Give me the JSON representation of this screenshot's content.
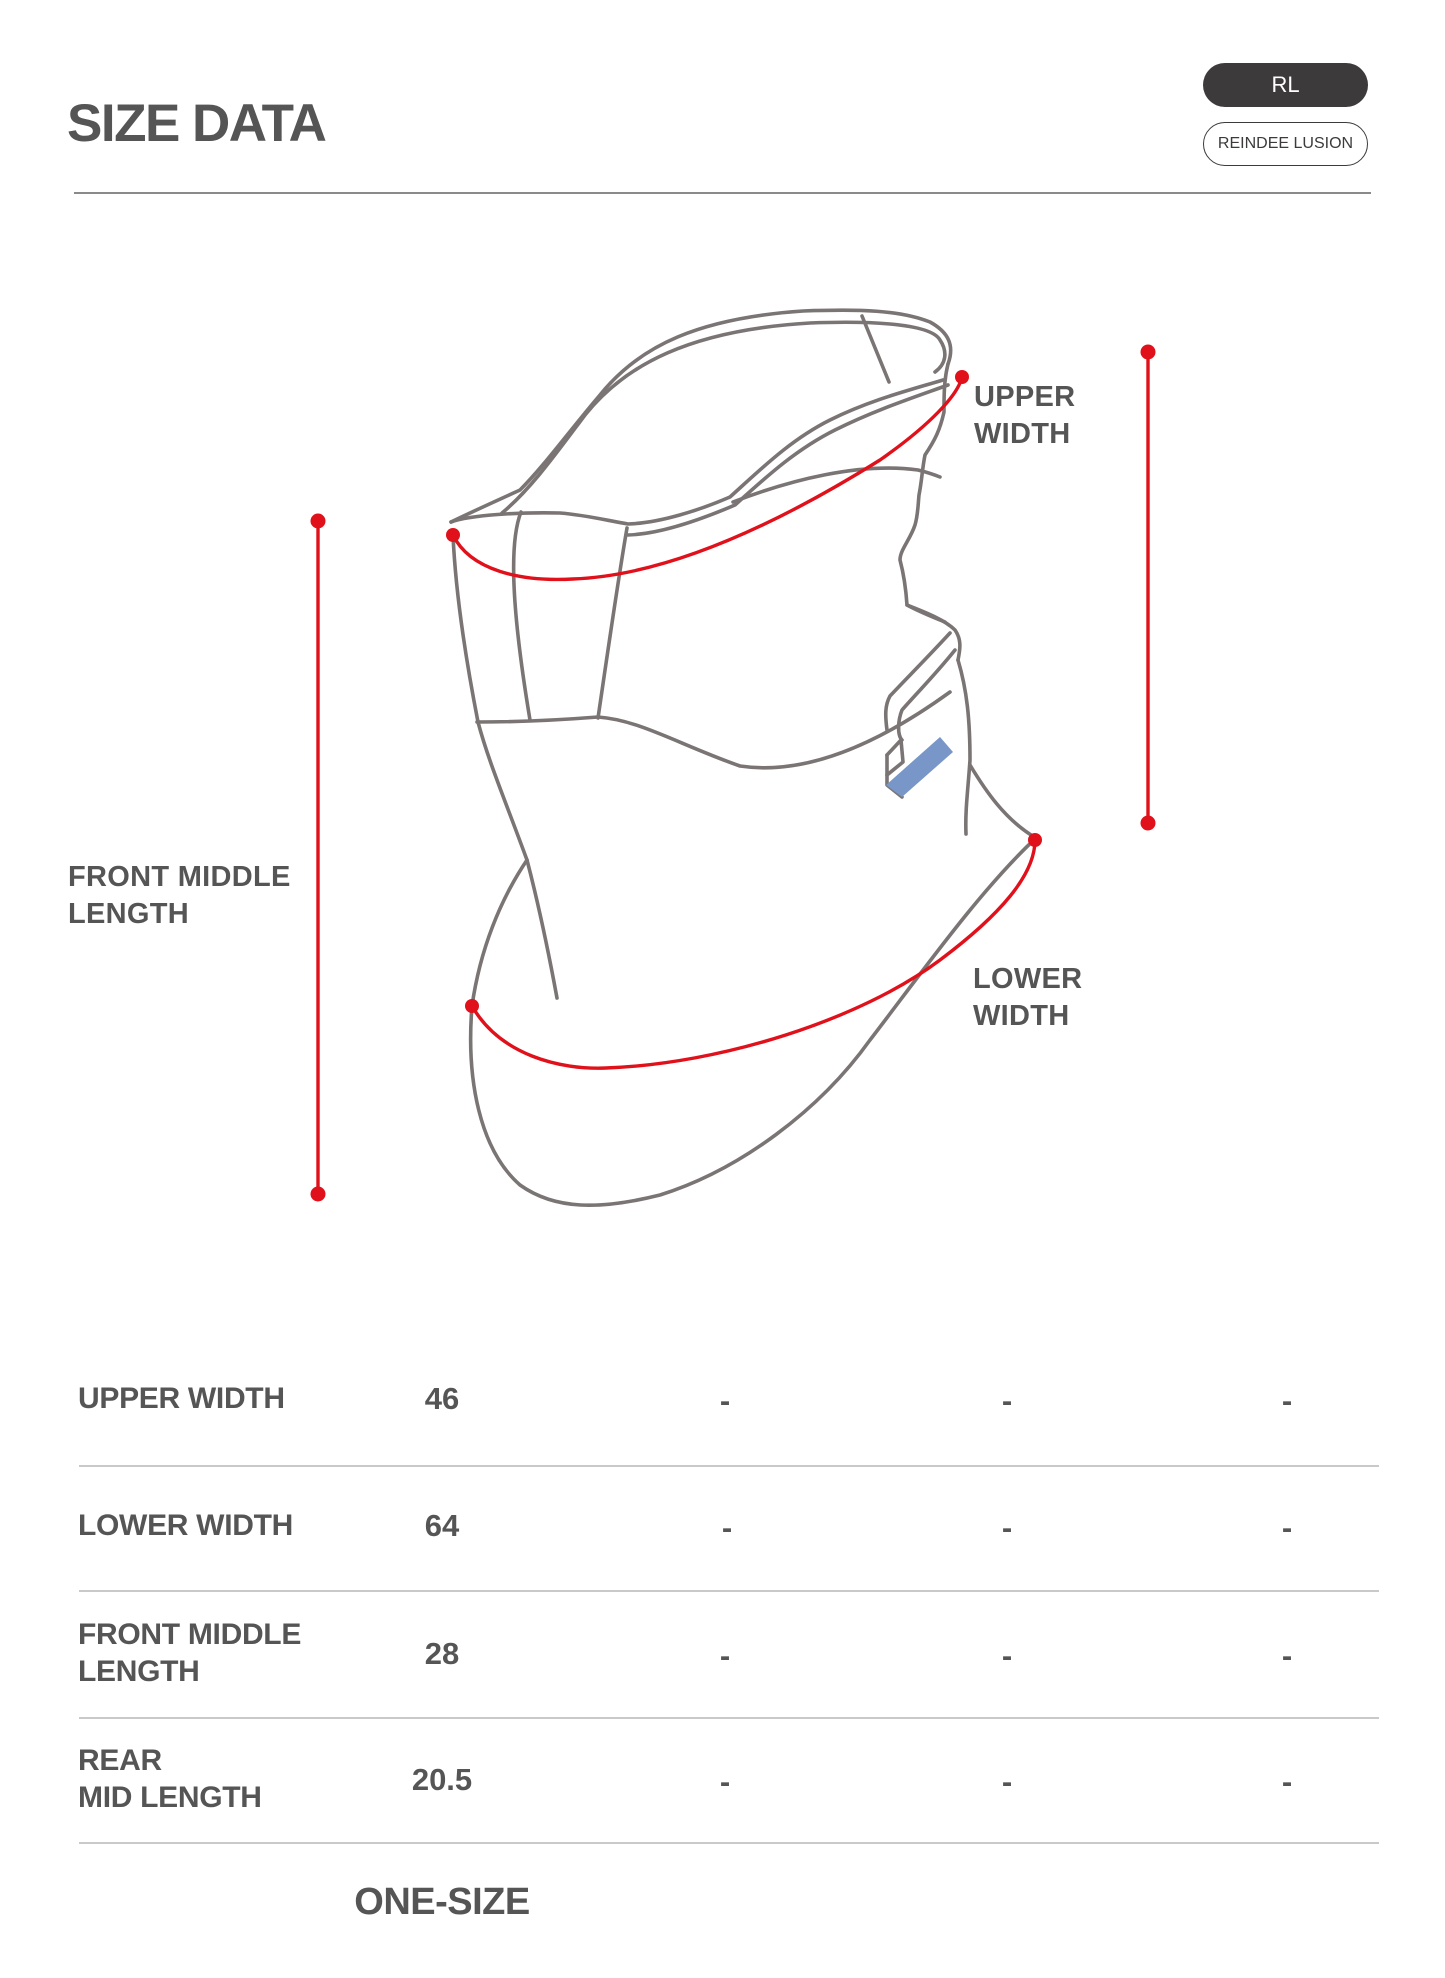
{
  "header": {
    "title": "SIZE DATA",
    "brand_short": "RL",
    "brand_full": "REINDEE LUSION"
  },
  "diagram": {
    "labels": {
      "upper_width": "UPPER\nWIDTH",
      "lower_width": "LOWER\nWIDTH",
      "front_middle_length": "FRONT MIDDLE\nLENGTH"
    },
    "colors": {
      "outline": "#7a7574",
      "measure": "#e0111b",
      "accent_tab": "#7896c8"
    }
  },
  "table": {
    "rows": [
      {
        "label": "UPPER WIDTH",
        "values": [
          "46",
          "-",
          "-",
          "-"
        ]
      },
      {
        "label": "LOWER WIDTH",
        "values": [
          "64",
          "-",
          "-",
          "-"
        ]
      },
      {
        "label": "FRONT MIDDLE\nLENGTH",
        "values": [
          "28",
          "-",
          "-",
          "-"
        ]
      },
      {
        "label": "REAR\nMID LENGTH",
        "values": [
          "20.5",
          "-",
          "-",
          "-"
        ]
      }
    ],
    "size_label": "ONE-SIZE"
  }
}
